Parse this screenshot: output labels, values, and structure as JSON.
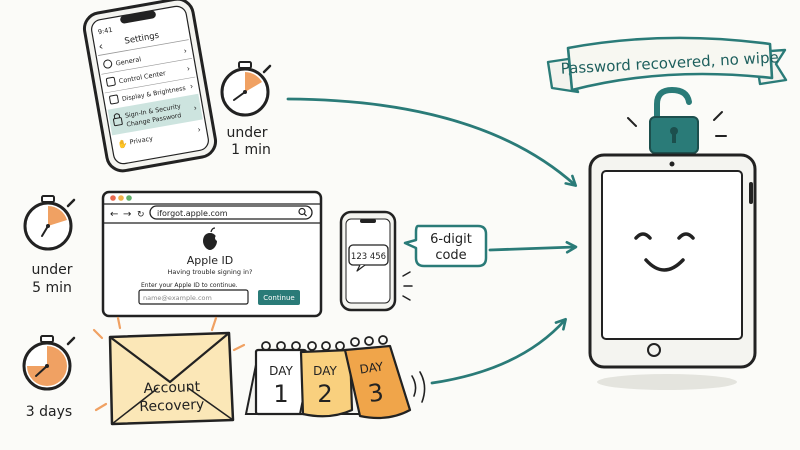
{
  "banner": {
    "text": "Password recovered, no wipe"
  },
  "phone_settings": {
    "status_time": "9:41",
    "title": "Settings",
    "items": [
      {
        "label": "General"
      },
      {
        "label": "Control Center"
      },
      {
        "label": "Display & Brightness"
      },
      {
        "label": "Sign-In & Security"
      },
      {
        "label": "Change Password"
      },
      {
        "label": "Privacy"
      }
    ]
  },
  "timers": {
    "t1": {
      "line1": "under",
      "line2": "1 min"
    },
    "t2": {
      "line1": "under",
      "line2": "5 min"
    },
    "t3": {
      "line1": "3 days"
    }
  },
  "browser": {
    "url": "iforgot.apple.com",
    "heading": "Apple ID",
    "subheading": "Having trouble signing in?",
    "prompt": "Enter your Apple ID to continue.",
    "email_placeholder": "name@example.com",
    "continue_label": "Continue"
  },
  "small_phone": {
    "code": "123 456"
  },
  "code_bubble": {
    "line1": "6-digit",
    "line2": "code"
  },
  "envelope": {
    "line1": "Account",
    "line2": "Recovery"
  },
  "calendars": [
    {
      "word": "DAY",
      "num": "1"
    },
    {
      "word": "DAY",
      "num": "2"
    },
    {
      "word": "DAY",
      "num": "3"
    }
  ],
  "colors": {
    "teal": "#2a7b78",
    "orange": "#f0a163",
    "paper": "#fbe7b7",
    "ink": "#222222"
  }
}
